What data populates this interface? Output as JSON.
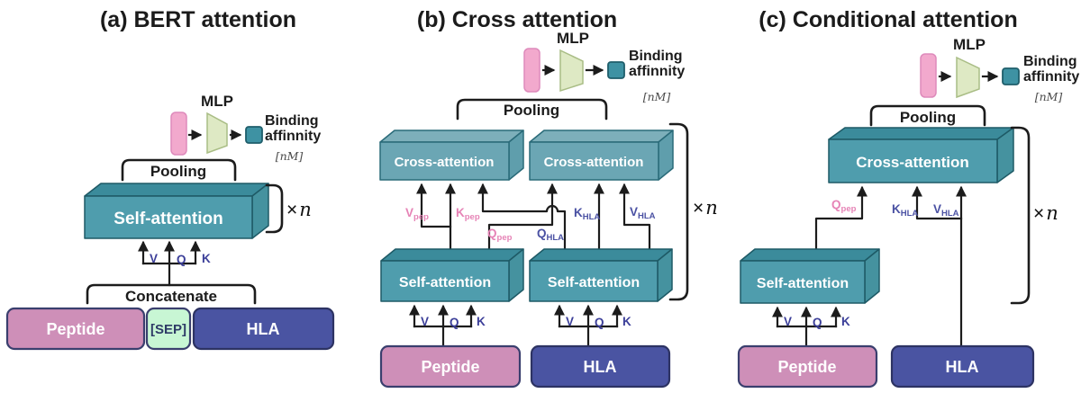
{
  "figure": {
    "colors": {
      "teal_front": "#4F9DAD",
      "teal_top": "#3B8B9B",
      "teal_side": "#45929F",
      "teal_light_front": "#6BA6B4",
      "teal_light_top": "#7DAFBA",
      "teal_light_side": "#5F9EAC",
      "pink_bar": "#F2A9CD",
      "mlp_green": "#DEE9C4",
      "affinity_square": "#3E92A3",
      "peptide_fill": "#CE8FB8",
      "sep_fill": "#C8F6D4",
      "hla_fill": "#4A54A2",
      "label_pink": "#E683B6",
      "label_indigo": "#4A51A3"
    },
    "panel_a": {
      "title": "(a) BERT attention",
      "mlp": "MLP",
      "binding1": "Binding",
      "binding2": "affinnity",
      "unit": "[nM]",
      "pooling": "Pooling",
      "self_attention": "Self-attention",
      "times": "×",
      "n": "n",
      "v": "V",
      "q": "Q",
      "k": "K",
      "concatenate": "Concatenate",
      "peptide": "Peptide",
      "sep": "[SEP]",
      "hla": "HLA"
    },
    "panel_b": {
      "title": "(b) Cross attention",
      "mlp": "MLP",
      "binding1": "Binding",
      "binding2": "affinnity",
      "unit": "[nM]",
      "pooling": "Pooling",
      "cross_attention_left": "Cross-attention",
      "cross_attention_right": "Cross-attention",
      "self_attention_left": "Self-attention",
      "self_attention_right": "Self-attention",
      "times": "×",
      "n": "n",
      "v": "V",
      "q": "Q",
      "k": "K",
      "v_pep": {
        "base": "V",
        "sub": "pep"
      },
      "k_pep": {
        "base": "K",
        "sub": "pep"
      },
      "q_pep": {
        "base": "Q",
        "sub": "pep"
      },
      "q_hla": {
        "base": "Q",
        "sub": "HLA"
      },
      "k_hla": {
        "base": "K",
        "sub": "HLA"
      },
      "v_hla": {
        "base": "V",
        "sub": "HLA"
      },
      "peptide": "Peptide",
      "hla": "HLA"
    },
    "panel_c": {
      "title": "(c) Conditional attention",
      "mlp": "MLP",
      "binding1": "Binding",
      "binding2": "affinnity",
      "unit": "[nM]",
      "pooling": "Pooling",
      "cross_attention": "Cross-attention",
      "self_attention": "Self-attention",
      "times": "×",
      "n": "n",
      "v": "V",
      "q": "Q",
      "k": "K",
      "q_pep": {
        "base": "Q",
        "sub": "pep"
      },
      "k_hla": {
        "base": "K",
        "sub": "HLA"
      },
      "v_hla": {
        "base": "V",
        "sub": "HLA"
      },
      "peptide": "Peptide",
      "hla": "HLA"
    }
  }
}
